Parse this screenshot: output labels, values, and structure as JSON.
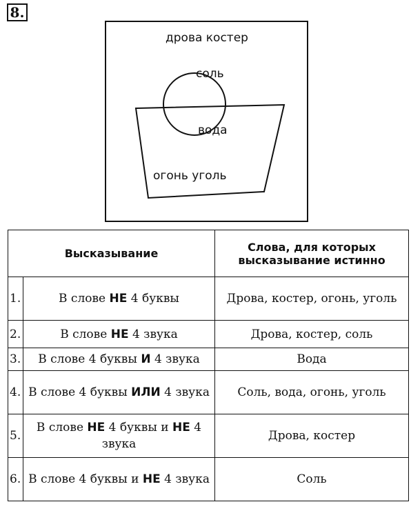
{
  "task_number": "8.",
  "diagram": {
    "outer_label": "дрова костер",
    "circle_label": "соль",
    "overlap_label": "вода",
    "trapezoid_label": "огонь уголь"
  },
  "table": {
    "header_statement": "Высказывание",
    "header_words_line1": "Слова, для которых",
    "header_words_line2": "высказывание истинно",
    "rows": [
      {
        "num": "1.",
        "stmt_pre": "В слове ",
        "kw1": "НЕ",
        "stmt_mid": " 4 буквы",
        "kw2": "",
        "stmt_post": "",
        "words": "Дрова, костер, огонь, уголь"
      },
      {
        "num": "2.",
        "stmt_pre": "В слове ",
        "kw1": "НЕ",
        "stmt_mid": " 4 звука",
        "kw2": "",
        "stmt_post": "",
        "words": "Дрова, костер, соль"
      },
      {
        "num": "3.",
        "stmt_pre": "В слове 4 буквы ",
        "kw1": "И",
        "stmt_mid": " 4 звука",
        "kw2": "",
        "stmt_post": "",
        "words": "Вода"
      },
      {
        "num": "4.",
        "stmt_pre": "В слове 4 буквы ",
        "kw1": "ИЛИ",
        "stmt_mid": " 4 звука",
        "kw2": "",
        "stmt_post": "",
        "words": "Соль, вода, огонь, уголь"
      },
      {
        "num": "5.",
        "stmt_pre": "В слове ",
        "kw1": "НЕ",
        "stmt_mid": " 4 буквы и ",
        "kw2": "НЕ",
        "stmt_post": " 4 звука",
        "words": "Дрова, костер"
      },
      {
        "num": "6.",
        "stmt_pre": "В слове 4 буквы и ",
        "kw1": "НЕ",
        "stmt_mid": " 4 звука",
        "kw2": "",
        "stmt_post": "",
        "words": "Соль"
      }
    ]
  }
}
